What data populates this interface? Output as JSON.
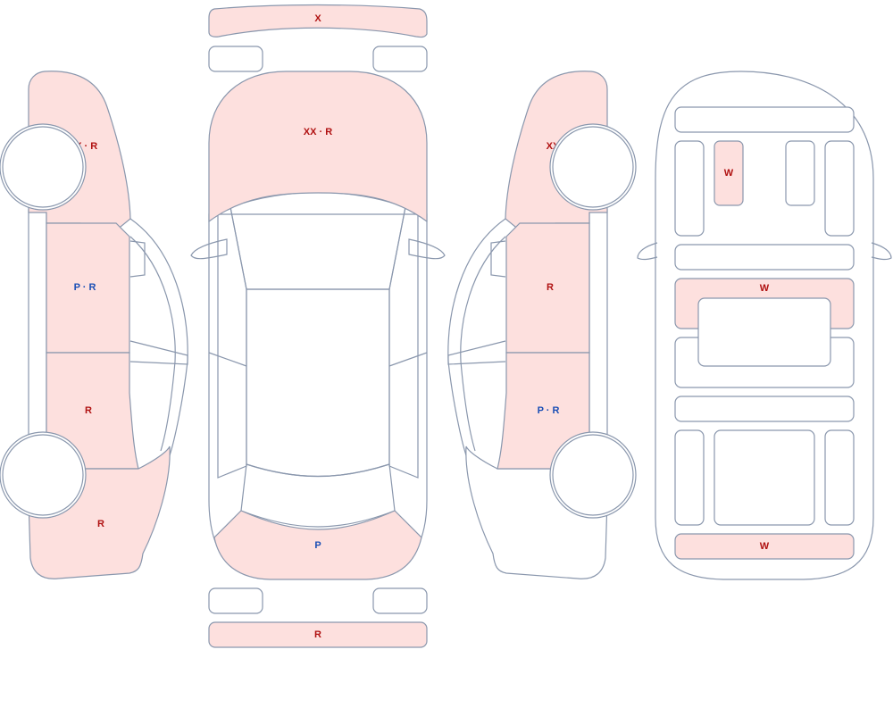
{
  "colors": {
    "damaged": "#fde0de",
    "normal": "#ffffff",
    "outline": "#8a97ad",
    "code_red": "#b01111",
    "code_blue": "#1a4fb5"
  },
  "left_side": {
    "front_fender": "XX · R",
    "front_door": "P · R",
    "rear_door": "R",
    "rear_quarter": "R"
  },
  "top_view": {
    "front_bumper": "X",
    "hood": "XX · R",
    "trunk_lid": "P",
    "rear_bumper": "R"
  },
  "right_side": {
    "front_fender": "XX",
    "front_door": "R",
    "rear_door": "P · R"
  },
  "floor_view": {
    "inner_panel": "W",
    "middle_panel": "W",
    "rear_panel": "W"
  }
}
